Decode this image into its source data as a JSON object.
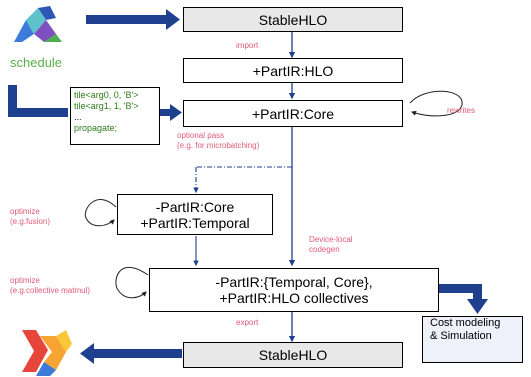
{
  "schedule": "schedule",
  "boxes": {
    "stablehlo_top": "StableHLO",
    "partir_hlo": "+PartIR:HLO",
    "partir_core": "+PartIR:Core",
    "temporal_line1": "-PartIR:Core",
    "temporal_line2": "+PartIR:Temporal",
    "collective_line1": "-PartIR:{Temporal, Core},",
    "collective_line2": "+PartIR:HLO collectives",
    "stablehlo_bottom": "StableHLO",
    "cost_line1": "Cost modeling",
    "cost_line2": "& Simulation"
  },
  "tiles": {
    "line1": "tile<arg0, 0, 'B'>",
    "line2": "tile<arg1, 1, 'B'>",
    "line3": "...",
    "line4": "propagate;"
  },
  "labels": {
    "import": "import",
    "rewrites": "rewrites",
    "optional_pass_1": "optional pass",
    "optional_pass_2": "(e.g. for microbatching)",
    "optimize_fusion_1": "optimize",
    "optimize_fusion_2": "(e.g.fusion)",
    "device_local_1": "Device-local",
    "device_local_2": "codegen",
    "optimize_collective_1": "optimize",
    "optimize_collective_2": "(e.g.collective matmul)",
    "export": "export"
  },
  "colors": {
    "pink_label": "#e05a78",
    "green_code": "#2e7d1a",
    "arrow_blue": "#1f3f8f",
    "box_gray": "#e8e8e8"
  },
  "icons": {
    "top_logo": "jax-logo-icon",
    "bottom_logo": "xla-logo-icon"
  }
}
